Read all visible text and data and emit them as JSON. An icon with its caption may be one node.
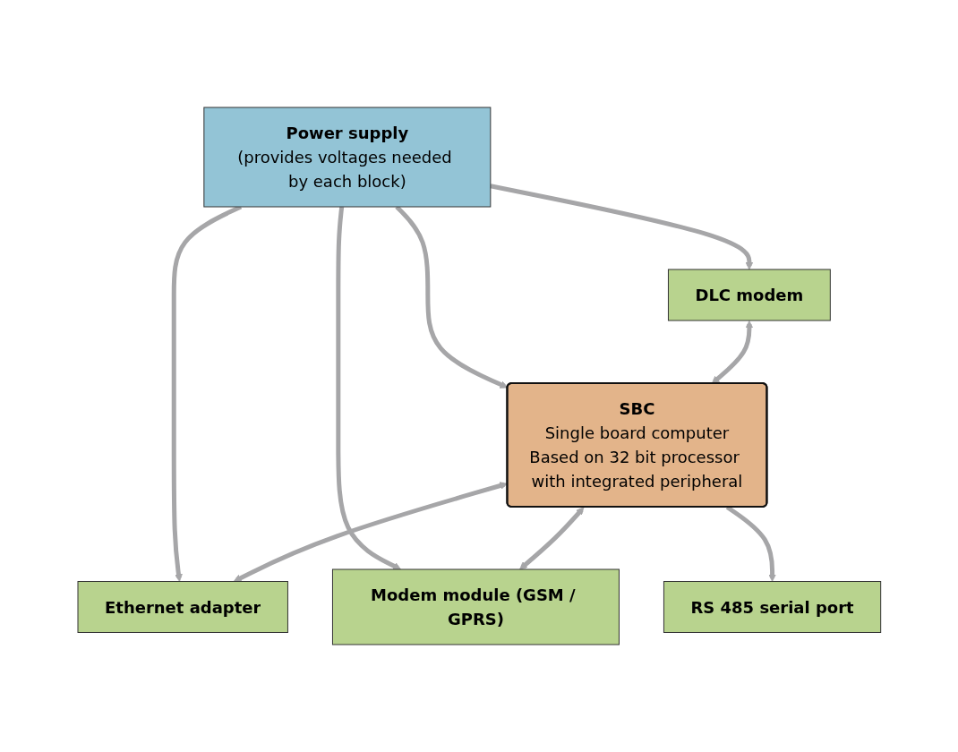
{
  "diagram": {
    "nodes": [
      {
        "text": [
          "Power supply",
          "(provides voltages needed by each block)"
        ]
      },
      {
        "text": [
          "DLC modem"
        ]
      },
      {
        "text": [
          "SBC",
          "Single board computer",
          "Based on 32 bit processor with integrated peripheral"
        ]
      },
      {
        "text": [
          "Ethernet adapter"
        ]
      },
      {
        "text": [
          "Modem module (GSM / GPRS)"
        ]
      },
      {
        "text": [
          "RS 485 serial port"
        ]
      }
    ],
    "edges": [
      {
        "from": 0,
        "to": 1,
        "arrow": "to"
      },
      {
        "from": 0,
        "to": 2,
        "arrow": "to"
      },
      {
        "from": 0,
        "to": 4,
        "arrow": "to"
      },
      {
        "from": 0,
        "to": 3,
        "arrow": "to"
      },
      {
        "from": 1,
        "to": 2,
        "arrow": "both"
      },
      {
        "from": 2,
        "to": 3,
        "arrow": "both"
      },
      {
        "from": 2,
        "to": 4,
        "arrow": "both"
      },
      {
        "from": 2,
        "to": 5,
        "arrow": "to"
      }
    ]
  }
}
